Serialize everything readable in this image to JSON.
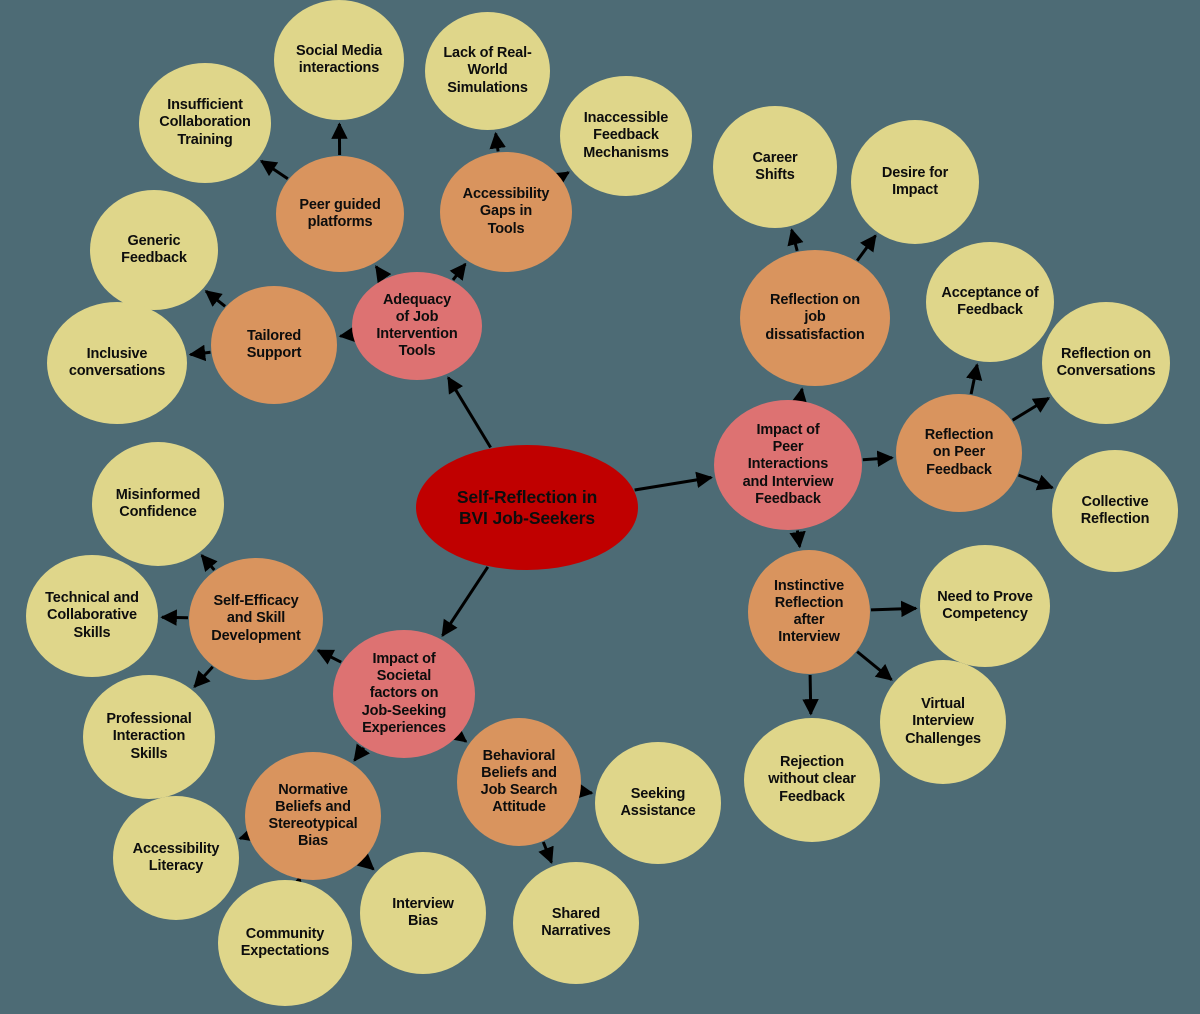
{
  "diagram": {
    "title": "Self-Reflection in BVI Job-Seekers",
    "type": "mind-map",
    "background_color": "#4d6b75",
    "palette": {
      "root": "#c00000",
      "branch": "#dd7272",
      "sub": "#d9945e",
      "leaf": "#dfd68a",
      "edge": "#000000",
      "text": "#0d0d0d"
    }
  },
  "nodes": {
    "root": {
      "label": "Self-Reflection in\nBVI Job-Seekers"
    },
    "b_tools": {
      "label": "Adequacy\nof Job\nIntervention\nTools"
    },
    "b_peer": {
      "label": "Impact of\nPeer\nInteractions\nand Interview\nFeedback"
    },
    "b_societal": {
      "label": "Impact of\nSocietal\nfactors on\nJob-Seeking\nExperiences"
    },
    "s_peerplat": {
      "label": "Peer guided\nplatforms"
    },
    "s_accgaps": {
      "label": "Accessibility\nGaps in\nTools"
    },
    "s_tailored": {
      "label": "Tailored\nSupport"
    },
    "s_jobdis": {
      "label": "Reflection  on\njob\ndissatisfaction"
    },
    "s_peerfb": {
      "label": "Reflection\non Peer\nFeedback"
    },
    "s_instinct": {
      "label": "Instinctive\nReflection\nafter\nInterview"
    },
    "s_selfeff": {
      "label": "Self-Efficacy\nand Skill\nDevelopment"
    },
    "s_normative": {
      "label": "Normative\nBeliefs and\nStereotypical\nBias"
    },
    "s_behav": {
      "label": "Behavioral\nBeliefs and\nJob Search\nAttitude"
    },
    "l_socialmedia": {
      "label": "Social Media\ninteractions"
    },
    "l_insufftrain": {
      "label": "Insufficient\nCollaboration\nTraining"
    },
    "l_lackreal": {
      "label": "Lack of Real-\nWorld\nSimulations"
    },
    "l_inaccfb": {
      "label": "Inaccessible\nFeedback\nMechanisms"
    },
    "l_genericfb": {
      "label": "Generic\nFeedback"
    },
    "l_inclusive": {
      "label": "Inclusive\nconversations"
    },
    "l_career": {
      "label": "Career\nShifts"
    },
    "l_desire": {
      "label": "Desire for\nImpact"
    },
    "l_acceptfb": {
      "label": "Acceptance of\nFeedback"
    },
    "l_reflconv": {
      "label": "Reflection on\nConversations"
    },
    "l_collective": {
      "label": "Collective\nReflection"
    },
    "l_needprove": {
      "label": "Need to Prove\nCompetency"
    },
    "l_virtual": {
      "label": "Virtual\nInterview\nChallenges"
    },
    "l_rejection": {
      "label": "Rejection\nwithout clear\nFeedback"
    },
    "l_misinformed": {
      "label": "Misinformed\nConfidence"
    },
    "l_techcollab": {
      "label": "Technical and\nCollaborative\nSkills"
    },
    "l_profinter": {
      "label": "Professional\nInteraction\nSkills"
    },
    "l_acclit": {
      "label": "Accessibility\nLiteracy"
    },
    "l_community": {
      "label": "Community\nExpectations"
    },
    "l_intbias": {
      "label": "Interview\nBias"
    },
    "l_shared": {
      "label": "Shared\nNarratives"
    },
    "l_seeking": {
      "label": "Seeking\nAssistance"
    }
  },
  "edges": [
    {
      "from": "root",
      "to": "b_tools"
    },
    {
      "from": "root",
      "to": "b_peer"
    },
    {
      "from": "root",
      "to": "b_societal"
    },
    {
      "from": "b_tools",
      "to": "s_peerplat"
    },
    {
      "from": "b_tools",
      "to": "s_accgaps"
    },
    {
      "from": "b_tools",
      "to": "s_tailored"
    },
    {
      "from": "s_peerplat",
      "to": "l_socialmedia"
    },
    {
      "from": "s_peerplat",
      "to": "l_insufftrain"
    },
    {
      "from": "s_accgaps",
      "to": "l_lackreal"
    },
    {
      "from": "s_accgaps",
      "to": "l_inaccfb"
    },
    {
      "from": "s_tailored",
      "to": "l_genericfb"
    },
    {
      "from": "s_tailored",
      "to": "l_inclusive"
    },
    {
      "from": "b_peer",
      "to": "s_jobdis"
    },
    {
      "from": "b_peer",
      "to": "s_peerfb"
    },
    {
      "from": "b_peer",
      "to": "s_instinct"
    },
    {
      "from": "s_jobdis",
      "to": "l_career"
    },
    {
      "from": "s_jobdis",
      "to": "l_desire"
    },
    {
      "from": "s_peerfb",
      "to": "l_acceptfb"
    },
    {
      "from": "s_peerfb",
      "to": "l_reflconv"
    },
    {
      "from": "s_peerfb",
      "to": "l_collective"
    },
    {
      "from": "s_instinct",
      "to": "l_needprove"
    },
    {
      "from": "s_instinct",
      "to": "l_virtual"
    },
    {
      "from": "s_instinct",
      "to": "l_rejection"
    },
    {
      "from": "b_societal",
      "to": "s_selfeff"
    },
    {
      "from": "b_societal",
      "to": "s_normative"
    },
    {
      "from": "b_societal",
      "to": "s_behav"
    },
    {
      "from": "s_selfeff",
      "to": "l_misinformed"
    },
    {
      "from": "s_selfeff",
      "to": "l_techcollab"
    },
    {
      "from": "s_selfeff",
      "to": "l_profinter"
    },
    {
      "from": "s_normative",
      "to": "l_acclit"
    },
    {
      "from": "s_normative",
      "to": "l_community"
    },
    {
      "from": "s_normative",
      "to": "l_intbias"
    },
    {
      "from": "s_behav",
      "to": "l_seeking"
    },
    {
      "from": "s_behav",
      "to": "l_shared"
    }
  ]
}
